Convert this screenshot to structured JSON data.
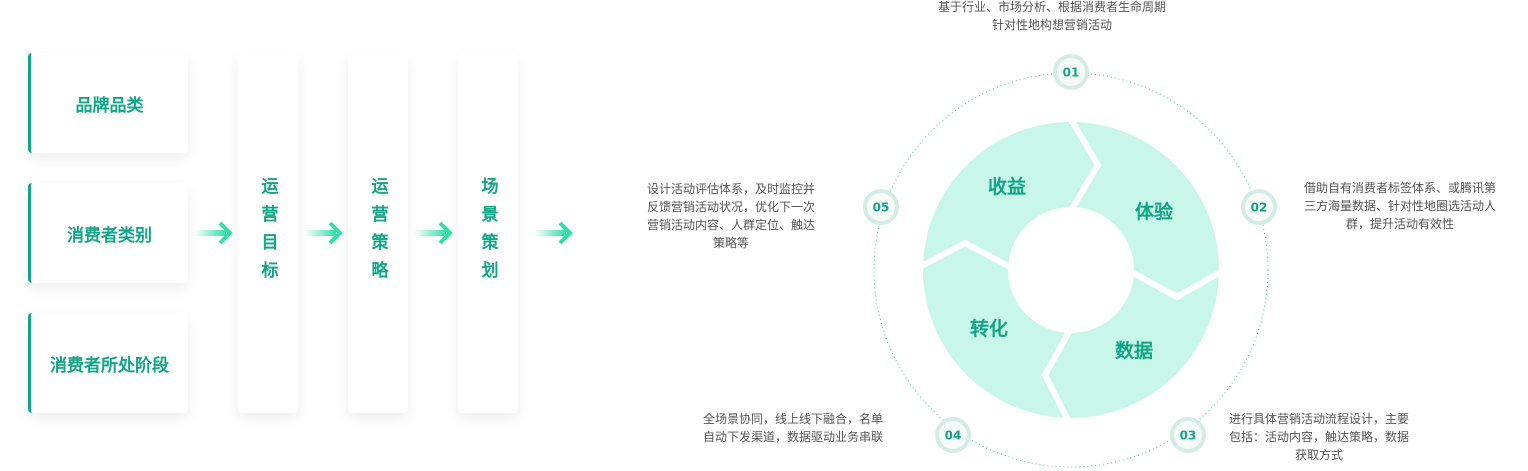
{
  "left_cards": [
    "品牌品类",
    "消费者类别",
    "消费者所处阶段"
  ],
  "columns": [
    "运营目标",
    "运营策略",
    "场景策划"
  ],
  "wheel": {
    "segments": [
      "收益",
      "体验",
      "数据",
      "转化"
    ],
    "fill": "#c8f7e9",
    "text_color": "#12a585"
  },
  "steps": [
    {
      "num": "01",
      "desc": [
        "基于行业、市场分析、根据消费者生命周期",
        "针对性地构想营销活动"
      ]
    },
    {
      "num": "02",
      "desc": [
        "借助自有消费者标签体系、或腾讯第",
        "三方海量数据、针对性地圈选活动人",
        "群，提升活动有效性"
      ]
    },
    {
      "num": "03",
      "desc": [
        "进行具体营销活动流程设计，主要",
        "包括：活动内容，触达策略，数据",
        "获取方式"
      ]
    },
    {
      "num": "04",
      "desc": [
        "全场景协同，线上线下融合，名单",
        "自动下发渠道，数据驱动业务串联"
      ]
    },
    {
      "num": "05",
      "desc": [
        "设计活动评估体系，及时监控并",
        "反馈营销活动状况，优化下一次",
        "营销活动内容、人群定位、触达",
        "策略等"
      ]
    }
  ],
  "colors": {
    "accent": "#12a585",
    "arrow": "#2fe0a8",
    "badge_ring": "#d3ede6"
  }
}
